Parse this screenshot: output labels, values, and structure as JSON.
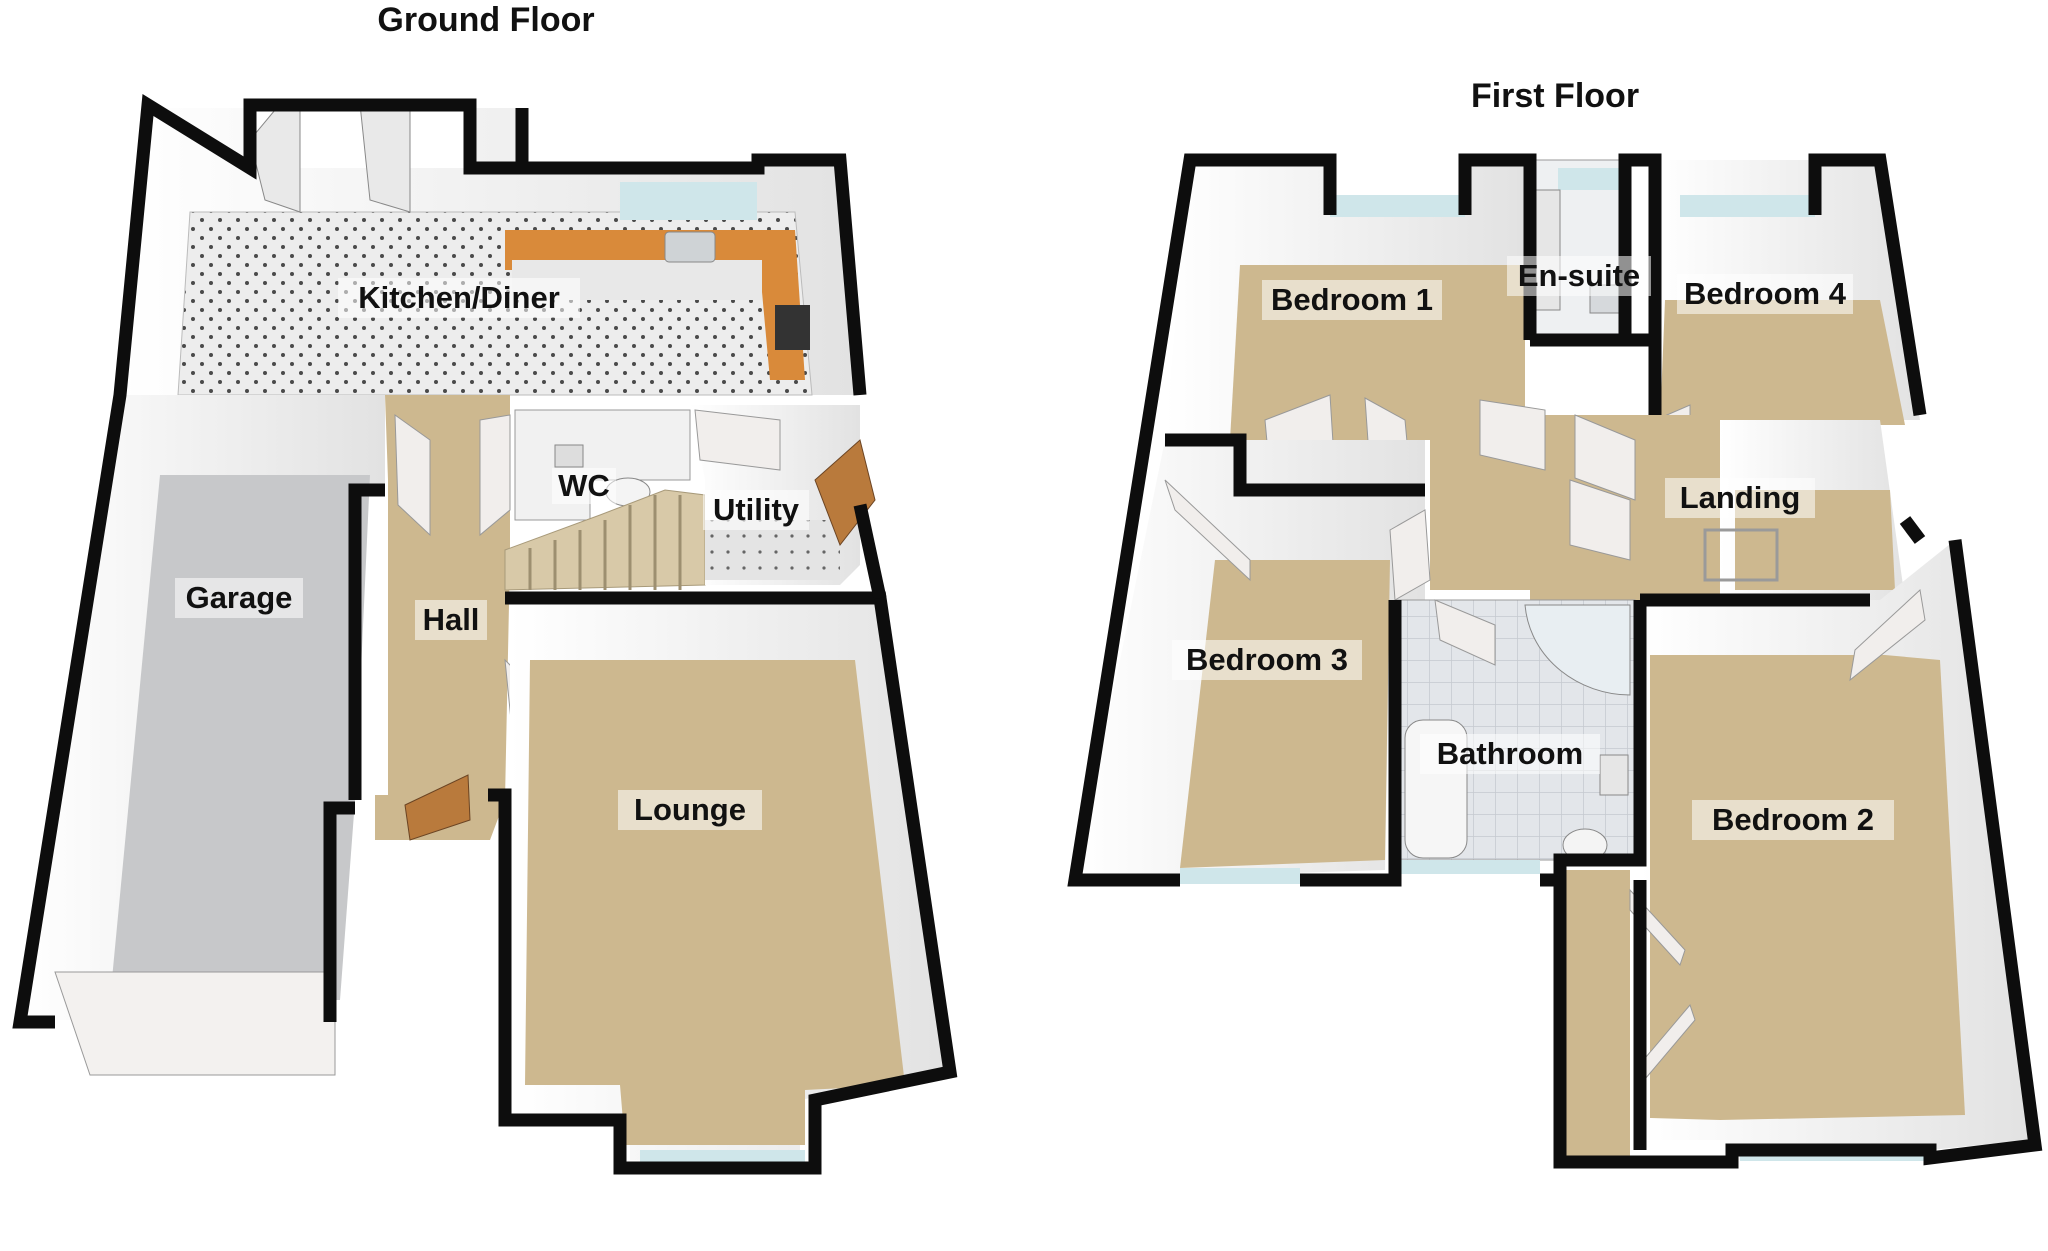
{
  "floors": {
    "ground": {
      "title": "Ground Floor",
      "rooms": {
        "kitchen_diner": "Kitchen/Diner",
        "garage": "Garage",
        "hall": "Hall",
        "wc": "WC",
        "utility": "Utility",
        "lounge": "Lounge"
      }
    },
    "first": {
      "title": "First Floor",
      "rooms": {
        "bedroom_1": "Bedroom 1",
        "en_suite": "En-suite",
        "bedroom_4": "Bedroom 4",
        "landing": "Landing",
        "bedroom_3": "Bedroom 3",
        "bathroom": "Bathroom",
        "bedroom_2": "Bedroom 2"
      }
    }
  },
  "colors": {
    "wall": "#0d0d0d",
    "wall_inner": "#f4f4f4",
    "carpet": "#cdb88f",
    "kitchen_floor": "#e9e9e9",
    "garage_floor": "#c7c8ca",
    "worktop": "#d98a3a",
    "door": "#f1eeec",
    "front_door": "#b97a3c",
    "window": "#cfe6ea",
    "bath_tiles": "#e3e6ea"
  }
}
